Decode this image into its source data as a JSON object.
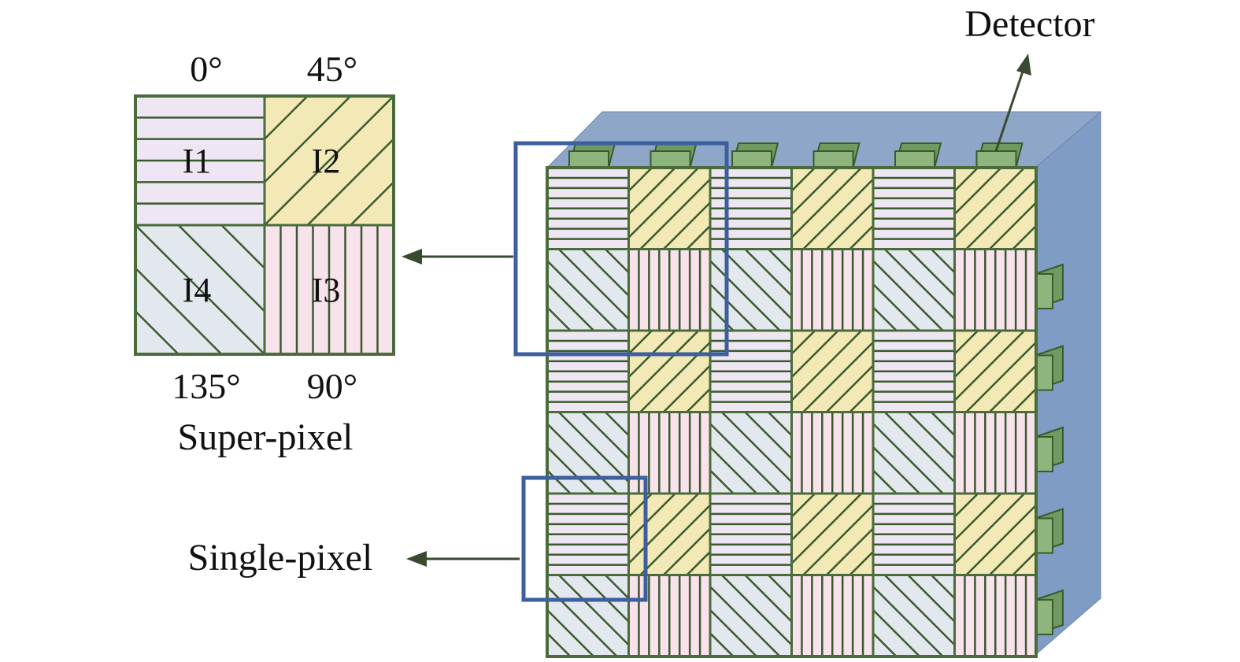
{
  "labels": {
    "detector": "Detector",
    "superpixel": "Super-pixel",
    "singlepixel": "Single-pixel"
  },
  "superpixel_cells": {
    "tl": {
      "intensity": "I1",
      "angle": "0°"
    },
    "tr": {
      "intensity": "I2",
      "angle": "45°"
    },
    "br": {
      "intensity": "I3",
      "angle": "90°"
    },
    "bl": {
      "intensity": "I4",
      "angle": "135°"
    }
  },
  "grid": {
    "rows": 6,
    "cols": 6,
    "pattern": [
      [
        "h",
        "d45"
      ],
      [
        "d135",
        "v"
      ]
    ]
  },
  "colors": {
    "h_fill": "#eee6f2",
    "d45_fill": "#f2e9b6",
    "v_fill": "#f8e2ec",
    "d135_fill": "#e3e8ef",
    "stroke": "#3a5a2e",
    "cell_border": "#4a6b3a",
    "detector_face": "#8ea7c9",
    "detector_side": "#7f9cc4",
    "bump": "#8fb57f",
    "frame": "#3d5f9e",
    "arrow": "#3a4a30"
  }
}
